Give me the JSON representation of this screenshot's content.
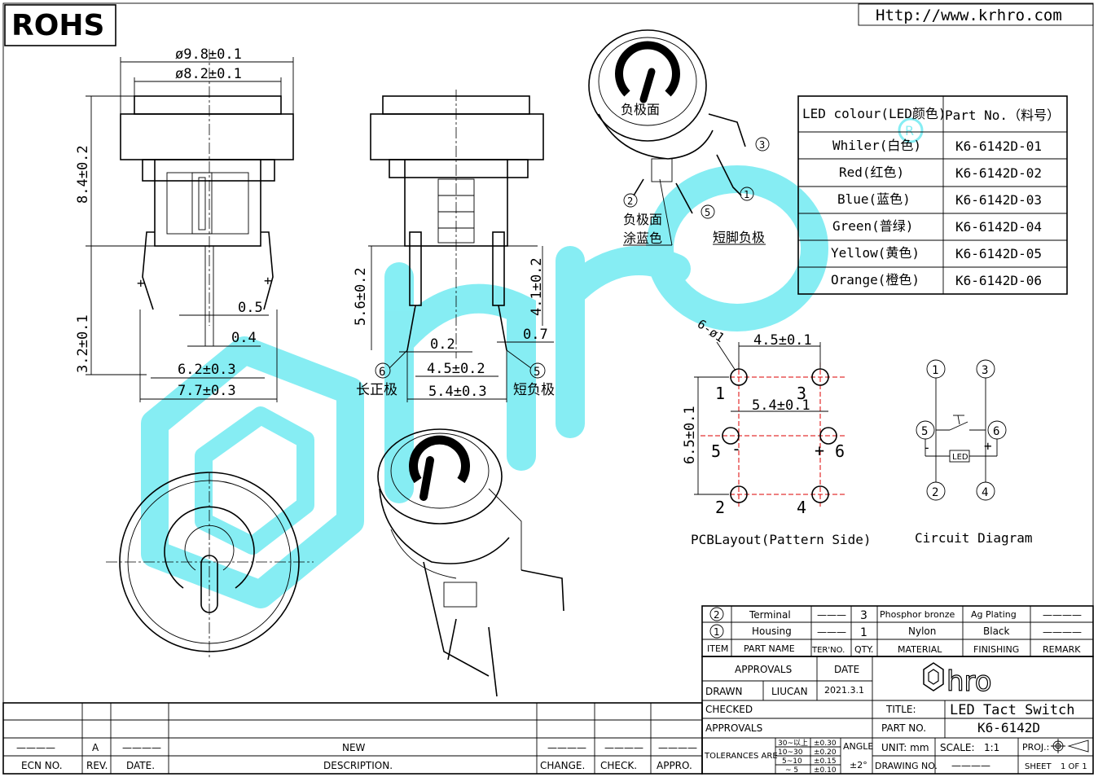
{
  "header": {
    "rohs": "ROHS",
    "url": "Http://www.krhro.com"
  },
  "dims": {
    "front": {
      "d_outer": "ø9.8±0.1",
      "d_inner": "ø8.2±0.1",
      "height": "8.4±0.2",
      "pin_h": "3.2±0.1",
      "w05": "0.5",
      "w04": "0.4",
      "w62": "6.2±0.3",
      "w77": "7.7±0.3"
    },
    "side": {
      "h56": "5.6±0.2",
      "h41": "4.1±0.2",
      "w02": "0.2",
      "w07": "0.7",
      "w45": "4.5±0.2",
      "w54": "5.4±0.3",
      "pin6": "6",
      "pin5": "5",
      "long_pos": "长正极",
      "short_neg": "短负极"
    },
    "pcb": {
      "holes": "6-ø1",
      "w45": "4.5±0.1",
      "w54": "5.4±0.1",
      "h65": "6.5±0.1",
      "p1": "1",
      "p2": "2",
      "p3": "3",
      "p4": "4",
      "p5": "5",
      "p6": "6",
      "minus": "-",
      "plus": "+"
    }
  },
  "iso": {
    "top_label": "负极面",
    "pin1": "1",
    "pin2": "2",
    "pin3": "3",
    "pin5": "5",
    "neg_face": "负极面",
    "blue_coat": "涂蓝色",
    "short_neg": "短脚负极"
  },
  "colour_table": {
    "headers": [
      "LED colour(LED颜色)",
      "Part No.（料号）"
    ],
    "rows": [
      [
        "Whiler(白色)",
        "K6-6142D-01"
      ],
      [
        "Red(红色)",
        "K6-6142D-02"
      ],
      [
        "Blue(蓝色)",
        "K6-6142D-03"
      ],
      [
        "Green(普绿)",
        "K6-6142D-04"
      ],
      [
        "Yellow(黄色)",
        "K6-6142D-05"
      ],
      [
        "Orange(橙色)",
        "K6-6142D-06"
      ]
    ]
  },
  "captions": {
    "pcb": "PCBLayout(Pattern Side)",
    "circuit": "Circuit Diagram"
  },
  "circuit": {
    "n1": "1",
    "n2": "2",
    "n3": "3",
    "n4": "4",
    "n5": "5",
    "n6": "6",
    "led": "LED",
    "minus": "-",
    "plus": "+"
  },
  "bom": {
    "rows": [
      {
        "item": "2",
        "name": "Terminal",
        "ter": "———",
        "qty": "3",
        "material": "Phosphor bronze",
        "finish": "Ag Plating",
        "remark": "————"
      },
      {
        "item": "1",
        "name": "Housing",
        "ter": "———",
        "qty": "1",
        "material": "Nylon",
        "finish": "Black",
        "remark": "————"
      }
    ],
    "headers": {
      "item": "ITEM",
      "name": "PART NAME",
      "ter": "TER'NO.",
      "qty": "QTY.",
      "material": "MATERIAL",
      "finish": "FINISHING",
      "remark": "REMARK"
    }
  },
  "title_block": {
    "approvals": "APPROVALS",
    "date": "DATE",
    "drawn": "DRAWN",
    "drawn_by": "LIUCAN",
    "drawn_date": "2021.3.1",
    "checked": "CHECKED",
    "approvals2": "APPROVALS",
    "logo": "hro",
    "title_label": "TITLE:",
    "title": "LED Tact Switch",
    "partno_label": "PART NO.",
    "partno": "K6-6142D",
    "tol_label": "TOLERANCES ARE",
    "tol": [
      [
        "30~以上",
        "±0.30"
      ],
      [
        "10~30",
        "±0.20"
      ],
      [
        "5~10",
        "±0.15"
      ],
      [
        "~ 5",
        "±0.10"
      ]
    ],
    "angle": "ANGLE",
    "angle_val": "±2°",
    "unit": "UNIT: mm",
    "scale": "SCALE:",
    "scale_val": "1:1",
    "proj": "PROJ.:",
    "drawing_no": "DRAWING NO.",
    "drawing_val": "————",
    "sheet": "SHEET",
    "sheet_val": "1 OF 1"
  },
  "revision": {
    "ecn_val": "————",
    "rev_val": "A",
    "date_val": "————",
    "desc_val": "NEW",
    "chg_val": "————",
    "chk_val": "————",
    "app_val": "————",
    "ecn": "ECN NO.",
    "rev": "REV.",
    "date": "DATE.",
    "desc": "DESCRIPTION.",
    "chg": "CHANGE.",
    "chk": "CHECK.",
    "app": "APPRO."
  },
  "colors": {
    "watermark": "#5ee8f0",
    "line": "#000000",
    "center": "#d00000"
  }
}
